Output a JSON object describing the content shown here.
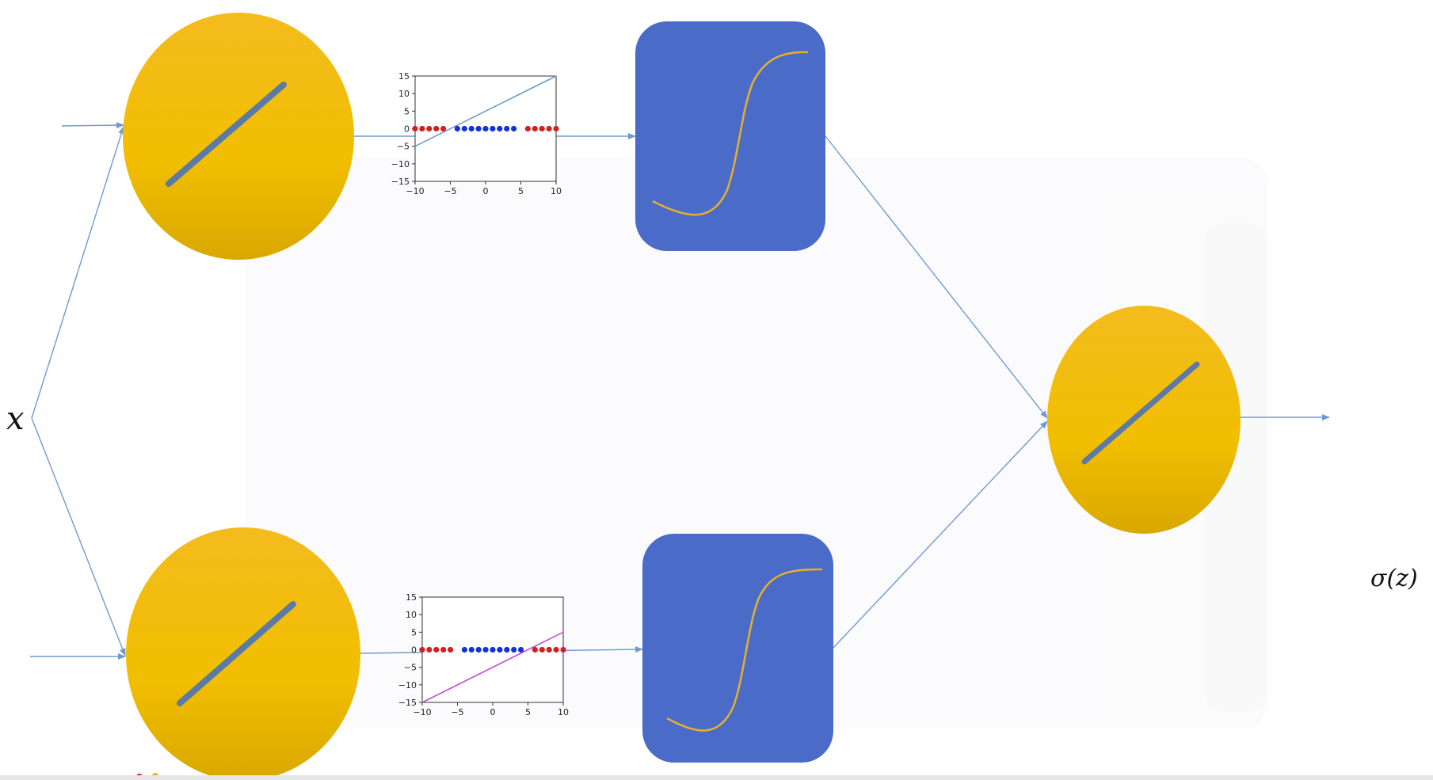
{
  "labels": {
    "input": "x",
    "output": "σ(z)"
  },
  "colors": {
    "neuron_fill_top": "#F3BC1E",
    "neuron_fill_bottom": "#D9A800",
    "weight_line": "#5B7BA6",
    "activation_box": "#4A6BC8",
    "activation_curve": "#E5B02A",
    "arrow": "#6F9AD3",
    "plot_line_top": "#6C9ACF",
    "plot_line_bottom": "#C64FD3",
    "point_red": "#D21F1F",
    "point_blue": "#1430D8"
  },
  "chart_data": [
    {
      "type": "scatter",
      "xlim": [
        -10,
        10
      ],
      "ylim": [
        -15,
        15
      ],
      "xticks": [
        "−10",
        "−5",
        "0",
        "5",
        "10"
      ],
      "yticks": [
        "15",
        "10",
        "5",
        "0",
        "−5",
        "−10",
        "−15"
      ],
      "line": {
        "x": [
          -10,
          10
        ],
        "y": [
          -5,
          15
        ],
        "color": "#6C9ACF"
      },
      "points_red_x": [
        -10,
        -9,
        -8,
        -7,
        -6,
        6,
        7,
        8,
        9,
        10
      ],
      "points_blue_x": [
        -4,
        -3,
        -2,
        -1,
        0,
        1,
        2,
        3,
        4
      ],
      "points_y": 0
    },
    {
      "type": "scatter",
      "xlim": [
        -10,
        10
      ],
      "ylim": [
        -15,
        15
      ],
      "xticks": [
        "−10",
        "−5",
        "0",
        "5",
        "10"
      ],
      "yticks": [
        "15",
        "10",
        "5",
        "0",
        "−5",
        "−10",
        "−15"
      ],
      "line": {
        "x": [
          -10,
          10
        ],
        "y": [
          -15,
          5
        ],
        "color": "#C64FD3"
      },
      "points_red_x": [
        -10,
        -9,
        -8,
        -7,
        -6,
        6,
        7,
        8,
        9,
        10
      ],
      "points_blue_x": [
        -4,
        -3,
        -2,
        -1,
        0,
        1,
        2,
        3,
        4
      ],
      "points_y": 0
    }
  ]
}
